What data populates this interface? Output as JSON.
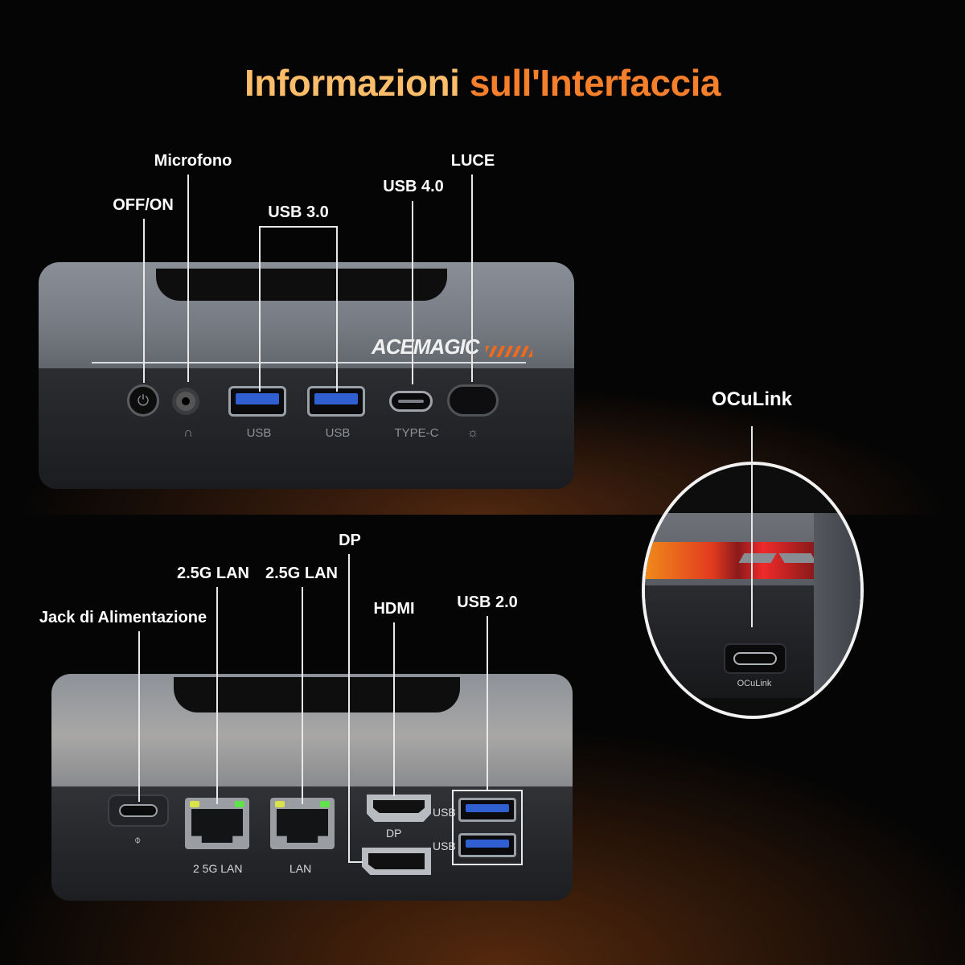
{
  "title": {
    "part1": "Informazioni",
    "part2": "sull'Interfaccia"
  },
  "front": {
    "callouts": {
      "off_on": "OFF/ON",
      "microfono": "Microfono",
      "usb30": "USB 3.0",
      "usb40": "USB 4.0",
      "luce": "LUCE"
    },
    "logo": "ACEMAGIC",
    "port_labels": {
      "usb_1": "USB",
      "usb_2": "USB",
      "type_c": "TYPE-C",
      "headphone_icon": "headphone-icon",
      "light_icon": "sun-icon"
    }
  },
  "rear": {
    "callouts": {
      "jack": "Jack di Alimentazione",
      "lan_1": "2.5G LAN",
      "lan_2": "2.5G LAN",
      "dp": "DP",
      "hdmi": "HDMI",
      "usb20": "USB 2.0"
    },
    "port_labels": {
      "lan_1": "2 5G LAN",
      "lan_2": "LAN",
      "dp": "DP",
      "usb_1": "USB",
      "usb_2": "USB",
      "power_icon": "plug-icon"
    }
  },
  "oculink": {
    "callout": "OCuLink",
    "port_label": "OCuLink"
  },
  "colors": {
    "title_part1": "#fbbd6a",
    "title_part2": "#f57f2a",
    "usb_blue": "#2f5fd0"
  }
}
